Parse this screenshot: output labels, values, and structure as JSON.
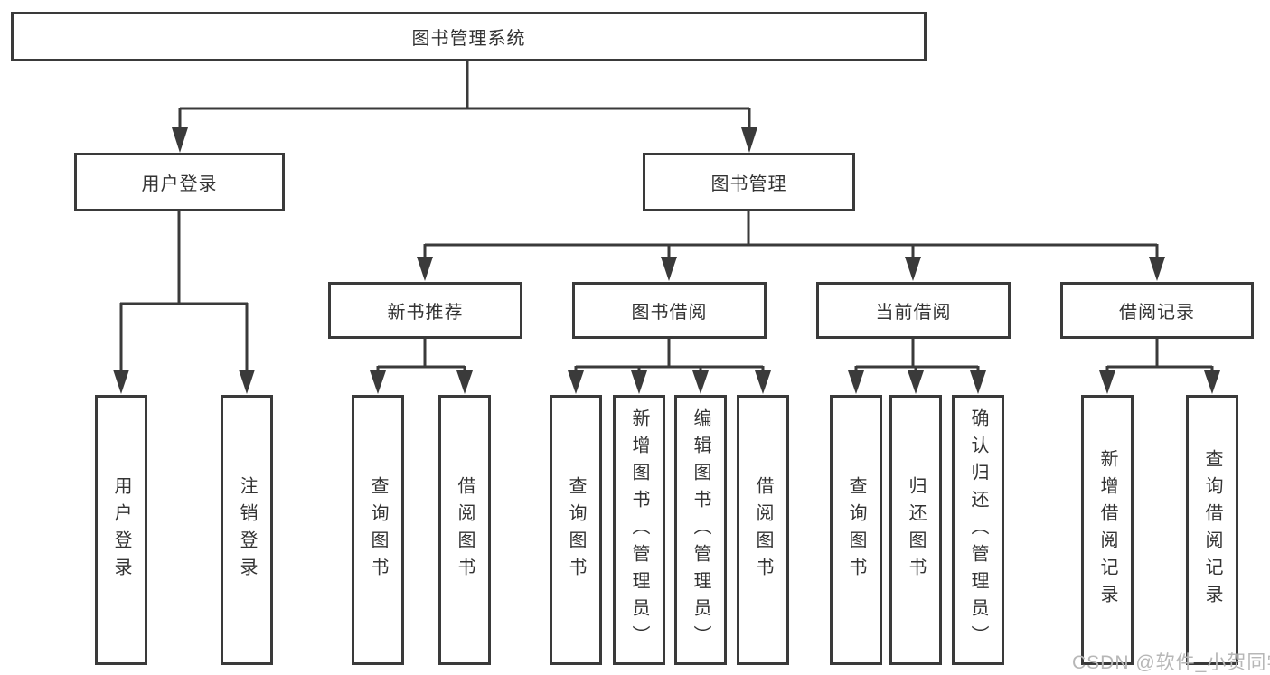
{
  "diagram": {
    "root": {
      "label": "图书管理系统",
      "children": [
        {
          "label": "用户登录",
          "children": [
            {
              "label": "用户登录"
            },
            {
              "label": "注销登录"
            }
          ]
        },
        {
          "label": "图书管理",
          "children": [
            {
              "label": "新书推荐",
              "children": [
                {
                  "label": "查询图书"
                },
                {
                  "label": "借阅图书"
                }
              ]
            },
            {
              "label": "图书借阅",
              "children": [
                {
                  "label": "查询图书"
                },
                {
                  "label": "新增图书（管理员）"
                },
                {
                  "label": "编辑图书（管理员）"
                },
                {
                  "label": "借阅图书"
                }
              ]
            },
            {
              "label": "当前借阅",
              "children": [
                {
                  "label": "查询图书"
                },
                {
                  "label": "归还图书"
                },
                {
                  "label": "确认归还（管理员）"
                }
              ]
            },
            {
              "label": "借阅记录",
              "children": [
                {
                  "label": "新增借阅记录"
                },
                {
                  "label": "查询借阅记录"
                }
              ]
            }
          ]
        }
      ]
    }
  },
  "watermark": {
    "text": "CSDN @软件_小贺同学"
  },
  "colors": {
    "line": "#3a3a3a",
    "text": "#333333",
    "watermark": "#b7b7b7",
    "background": "#ffffff"
  }
}
